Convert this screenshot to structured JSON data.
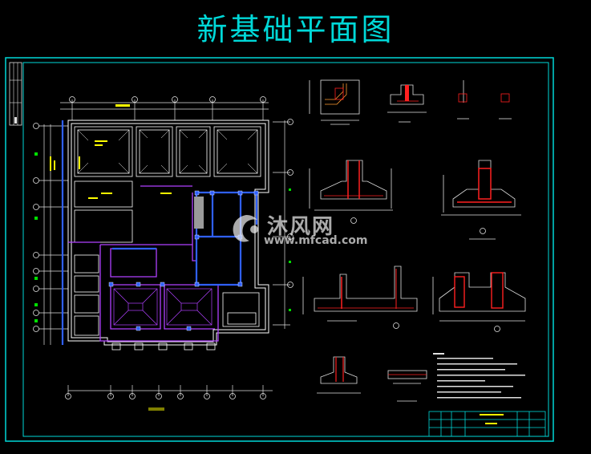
{
  "title": "新基础平面图",
  "watermark": {
    "main": "沐风网",
    "sub": "www.mfcad.com"
  },
  "colors": {
    "title": "#00d8d8",
    "frame": "#00d8d8",
    "wall": "#ffffff",
    "beam": "#b040ff",
    "column": "#3060ff",
    "rebar": "#ff2020",
    "dimension": "#e0e0e0",
    "text_yellow": "#ffff00",
    "axis_green": "#00e000"
  }
}
